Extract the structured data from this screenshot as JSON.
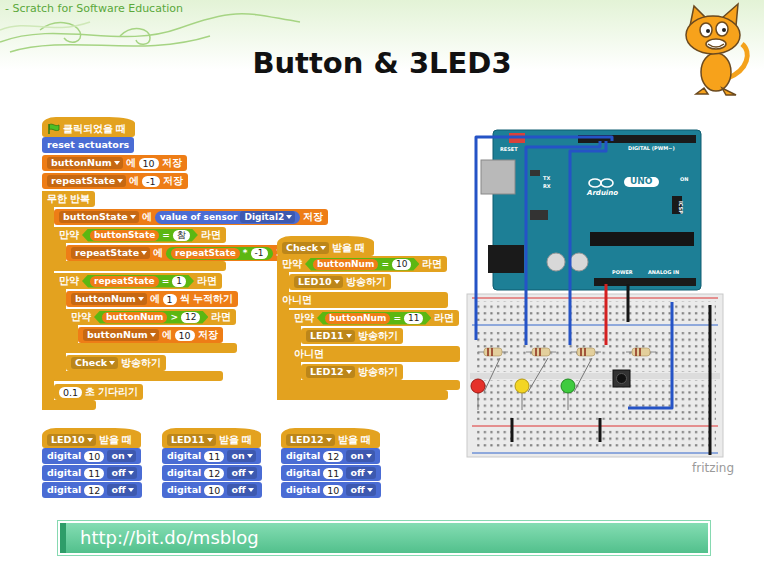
{
  "diagram": {
    "title": "Button & 3LED3",
    "nodes": [
      {
        "text": [
          "클릭되었을 때"
        ]
      },
      {
        "text": [
          "reset actuators"
        ]
      },
      {
        "text": [
          "buttonNum",
          "에",
          "10",
          "저장"
        ]
      },
      {
        "text": [
          "repeatState",
          "에",
          "-1",
          "저장"
        ]
      },
      {
        "text": [
          "무한 반복"
        ]
      },
      {
        "text": [
          "buttonState",
          "에",
          "저장"
        ],
        "in": 4
      },
      {
        "text": [
          "value of sensor",
          "Digital2"
        ],
        "in": 5
      },
      {
        "text": [
          "만약",
          "라면"
        ],
        "in": 4
      },
      {
        "text": [
          "buttonState",
          "=",
          "참"
        ],
        "in": 7
      },
      {
        "text": [
          "repeatState",
          "에",
          "저장"
        ],
        "in": 7
      },
      {
        "text": [
          "repeatState",
          "*",
          "-1"
        ],
        "in": 9
      },
      {
        "text": [
          "만약",
          "라면"
        ],
        "in": 4
      },
      {
        "text": [
          "repeatState",
          "=",
          "1"
        ],
        "in": 11
      },
      {
        "text": [
          "buttonNum",
          "에",
          "1",
          "씩 누적하기"
        ],
        "in": 11
      },
      {
        "text": [
          "만약",
          "라면"
        ],
        "in": 11
      },
      {
        "text": [
          "buttonNum",
          ">",
          "12"
        ],
        "in": 14
      },
      {
        "text": [
          "buttonNum",
          "에",
          "10",
          "저장"
        ],
        "in": 14
      },
      {
        "text": [
          "Check",
          "방송하기"
        ],
        "in": 11
      },
      {
        "text": [
          "0.1",
          "초 기다리기"
        ],
        "in": 4
      },
      {
        "text": [
          "Check",
          "받을 때"
        ]
      },
      {
        "text": [
          "만약",
          "라면",
          "아니면"
        ]
      },
      {
        "text": [
          "buttonNum",
          "=",
          "10"
        ],
        "in": 20
      },
      {
        "text": [
          "LED10",
          "방송하기"
        ],
        "in": 20
      },
      {
        "text": [
          "만약",
          "라면",
          "아니면"
        ],
        "in": 20
      },
      {
        "text": [
          "buttonNum",
          "=",
          "11"
        ],
        "in": 23
      },
      {
        "text": [
          "LED11",
          "방송하기"
        ],
        "in": 23
      },
      {
        "text": [
          "LED12",
          "방송하기"
        ],
        "in": 23
      },
      {
        "text": [
          "LED10",
          "받을 때"
        ]
      },
      {
        "text": [
          "digital",
          "10",
          "on"
        ]
      },
      {
        "text": [
          "digital",
          "11",
          "off"
        ]
      },
      {
        "text": [
          "digital",
          "12",
          "off"
        ]
      },
      {
        "text": [
          "LED11",
          "받을 때"
        ]
      },
      {
        "text": [
          "digital",
          "11",
          "on"
        ]
      },
      {
        "text": [
          "digital",
          "12",
          "off"
        ]
      },
      {
        "text": [
          "digital",
          "10",
          "off"
        ]
      },
      {
        "text": [
          "LED12",
          "받을 때"
        ]
      },
      {
        "text": [
          "digital",
          "12",
          "on"
        ]
      },
      {
        "text": [
          "digital",
          "11",
          "off"
        ]
      },
      {
        "text": [
          "digital",
          "10",
          "off"
        ]
      },
      {
        "text": [
          "http://bit.do/msblog"
        ]
      }
    ],
    "labels": [
      "- Scratch for Software Education",
      "RESET",
      "TX",
      "RX",
      "DIGITAL (PWM~)",
      "UNO",
      "Arduino",
      "ON",
      "ICSP",
      "POWER",
      "ANALOG IN",
      "fritzing"
    ]
  }
}
